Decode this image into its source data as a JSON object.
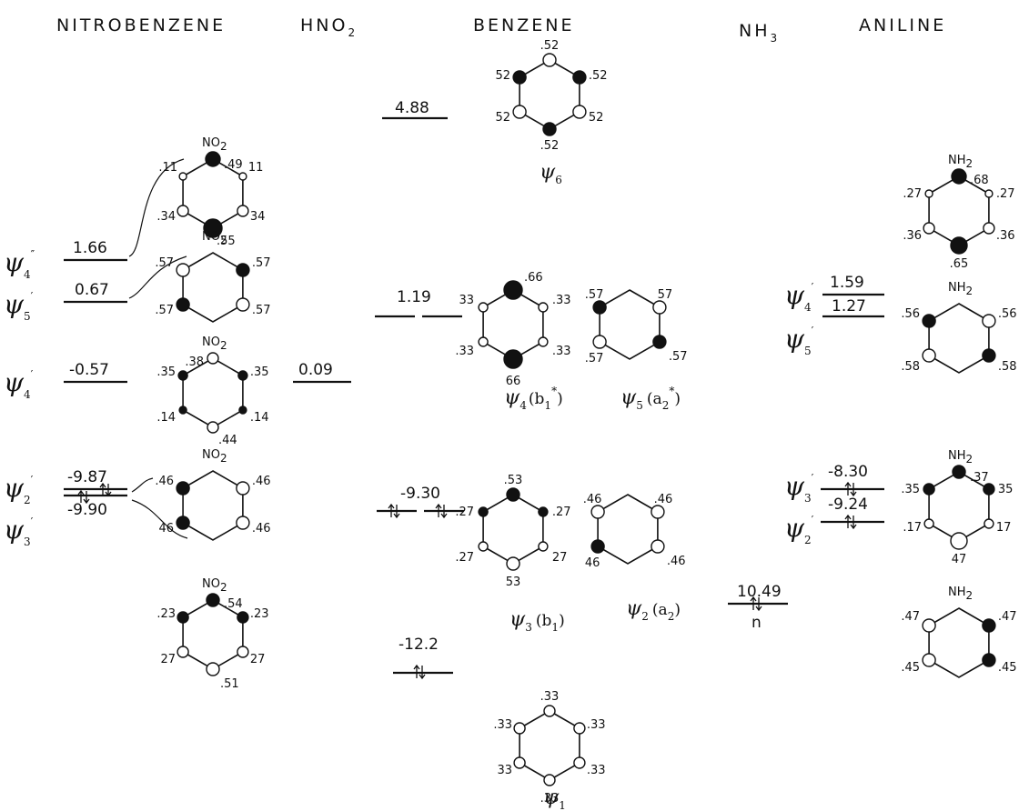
{
  "headers": {
    "nitrobenzene": "NITROBENZENE",
    "hno2": "HNO",
    "hno2_sub": "2",
    "benzene": "BENZENE",
    "nh3": "NH",
    "nh3_sub": "3",
    "aniline": "ANILINE"
  },
  "nitrobenzene": {
    "psi4pp": {
      "base": "ψ",
      "sub": "4",
      "sup": "″",
      "energy": "1.66"
    },
    "psi5p": {
      "base": "ψ",
      "sub": "5",
      "sup": "′",
      "energy": "0.67"
    },
    "psi4p": {
      "base": "ψ",
      "sub": "4",
      "sup": "′",
      "energy": "-0.57"
    },
    "psi2p": {
      "base": "ψ",
      "sub": "2",
      "sup": "′",
      "energy": "-9.87"
    },
    "psi3p": {
      "base": "ψ",
      "sub": "3",
      "sup": "′",
      "energy": "-9.90"
    },
    "ring1": {
      "group": "NO",
      "group_sub": "2",
      "c": [
        ".49",
        ".11",
        "11",
        ".34",
        "34",
        ".55"
      ]
    },
    "ring2": {
      "group": "NO",
      "group_sub": "2",
      "c": [
        ".57",
        ".57",
        ".57",
        ".57"
      ]
    },
    "ring3": {
      "group": "NO",
      "group_sub": "2",
      "c": [
        ".38",
        ".35",
        ".35",
        ".14",
        ".14",
        ".44"
      ]
    },
    "ring4": {
      "group": "NO",
      "group_sub": "2",
      "c": [
        ".46",
        ".46",
        "46",
        ".46"
      ]
    },
    "ring5": {
      "group": "NO",
      "group_sub": "2",
      "c": [
        ".54",
        ".23",
        ".23",
        "27",
        "27",
        ".51"
      ]
    }
  },
  "hno2": {
    "energy": "0.09"
  },
  "benzene": {
    "psi6": {
      "energy": "4.88",
      "label": "ψ",
      "sub": "6",
      "c": [
        ".52",
        "52",
        ".52",
        "52",
        "52",
        ".52"
      ]
    },
    "degenerate_top": {
      "energy": "1.19"
    },
    "psi4": {
      "label": "ψ",
      "sub": "4",
      "sym": "(b",
      "sym_sub": "1",
      "sym_sup": "*",
      "sym_end": ")",
      "c": [
        ".66",
        "33",
        ".33",
        ".33",
        ".33",
        "66"
      ]
    },
    "psi5": {
      "label": "ψ",
      "sub": "5",
      "sym": "(a",
      "sym_sub": "2",
      "sym_sup": "*",
      "sym_end": ")",
      "c": [
        ".57",
        "57",
        ".57",
        ".57"
      ]
    },
    "degenerate_mid": {
      "energy": "-9.30"
    },
    "psi3": {
      "label": "ψ",
      "sub": "3",
      "sym": "(b",
      "sym_sub": "1",
      "sym_end": ")",
      "c": [
        ".53",
        ".27",
        ".27",
        ".27",
        "27",
        "53"
      ]
    },
    "psi2": {
      "label": "ψ",
      "sub": "2",
      "sym": "(a",
      "sym_sub": "2",
      "sym_end": ")",
      "c": [
        ".46",
        ".46",
        "46",
        ".46"
      ]
    },
    "psi1": {
      "energy": "-12.2",
      "label": "ψ",
      "sub": "1",
      "c": [
        ".33",
        ".33",
        ".33",
        "33",
        ".33",
        ".33"
      ]
    }
  },
  "nh3": {
    "energy": "10.49",
    "label": "n"
  },
  "aniline": {
    "psi4p": {
      "base": "ψ",
      "sub": "4",
      "sup": "′",
      "energy": "1.59"
    },
    "psi5p": {
      "base": "ψ",
      "sub": "5",
      "sup": "′",
      "energy": "1.27"
    },
    "psi3p": {
      "base": "ψ",
      "sub": "3",
      "sup": "′",
      "energy": "-8.30"
    },
    "psi2p": {
      "base": "ψ",
      "sub": "2",
      "sup": "′",
      "energy": "-9.24"
    },
    "ring1": {
      "group": "NH",
      "group_sub": "2",
      "c": [
        ".68",
        ".27",
        ".27",
        ".36",
        ".36",
        ".65"
      ]
    },
    "ring2": {
      "group": "NH",
      "group_sub": "2",
      "c": [
        ".56",
        ".56",
        ".58",
        ".58"
      ]
    },
    "ring3": {
      "group": "NH",
      "group_sub": "2",
      "c": [
        ".37",
        ".35",
        "35",
        ".17",
        "17",
        "47"
      ]
    },
    "ring4": {
      "group": "NH",
      "group_sub": "2",
      "c": [
        ".47",
        ".47",
        ".45",
        ".45"
      ]
    }
  }
}
